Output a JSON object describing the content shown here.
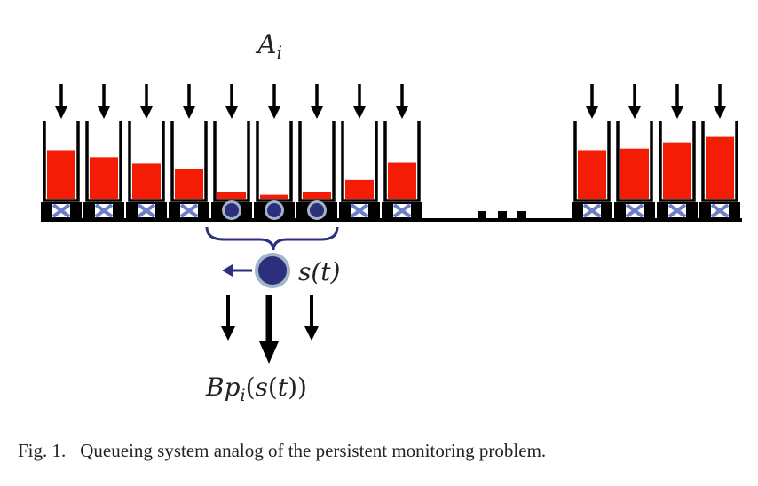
{
  "figure": {
    "arrival_label": "A_i",
    "sensor_label": "s(t)",
    "output_label": "Bp_i(s(t))",
    "ellipsis": "...",
    "colors": {
      "fluid": "#f51c06",
      "sensor": "#2b2f7c",
      "sensor_halo": "#9fb4c6",
      "arrow": "#000000",
      "cross": "#6c7fc6",
      "ground": "#000000"
    },
    "left_queues": [
      {
        "id": 1,
        "state": "idle",
        "level": 0.62
      },
      {
        "id": 2,
        "state": "idle",
        "level": 0.53
      },
      {
        "id": 3,
        "state": "idle",
        "level": 0.45
      },
      {
        "id": 4,
        "state": "idle",
        "level": 0.38
      },
      {
        "id": 5,
        "state": "monitored",
        "level": 0.09
      },
      {
        "id": 6,
        "state": "monitored",
        "level": 0.05
      },
      {
        "id": 7,
        "state": "monitored",
        "level": 0.09
      },
      {
        "id": 8,
        "state": "idle",
        "level": 0.24
      },
      {
        "id": 9,
        "state": "idle",
        "level": 0.46
      }
    ],
    "right_queues": [
      {
        "id": 10,
        "state": "idle",
        "level": 0.62
      },
      {
        "id": 11,
        "state": "idle",
        "level": 0.64
      },
      {
        "id": 12,
        "state": "idle",
        "level": 0.72
      },
      {
        "id": 13,
        "state": "idle",
        "level": 0.8
      }
    ]
  },
  "caption": {
    "number": "Fig. 1.",
    "text": "Queueing system analog of the persistent monitoring problem."
  }
}
